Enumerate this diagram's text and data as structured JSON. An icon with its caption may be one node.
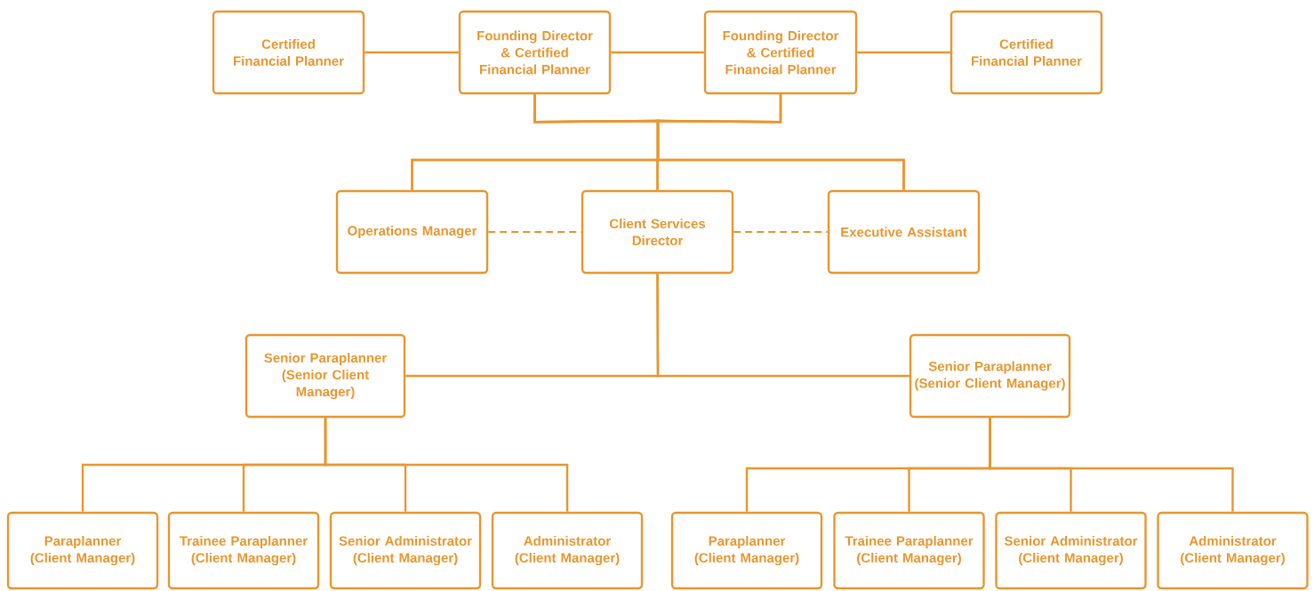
{
  "diagram": {
    "nodes": [
      {
        "text": [
          "Certified Financial Planner"
        ]
      },
      {
        "text": [
          "Founding Director & Certified Financial Planner"
        ]
      },
      {
        "text": [
          "Founding Director & Certified Financial Planner"
        ]
      },
      {
        "text": [
          "Certified Financial Planner"
        ]
      },
      {
        "text": [
          "Operations Manager"
        ]
      },
      {
        "text": [
          "Client Services Director"
        ]
      },
      {
        "text": [
          "Executive Assistant"
        ]
      },
      {
        "text": [
          "Senior Paraplanner (Senior Client Manager)"
        ]
      },
      {
        "text": [
          "Senior Paraplanner (Senior Client Manager)"
        ]
      },
      {
        "text": [
          "Paraplanner (Client Manager)"
        ]
      },
      {
        "text": [
          "Trainee Paraplanner (Client Manager)"
        ]
      },
      {
        "text": [
          "Senior Administrator (Client Manager)"
        ]
      },
      {
        "text": [
          "Administrator (Client Manager)"
        ]
      },
      {
        "text": [
          "Paraplanner (Client Manager)"
        ]
      },
      {
        "text": [
          "Trainee Paraplanner (Client Manager)"
        ]
      },
      {
        "text": [
          "Senior Administrator (Client Manager)"
        ]
      },
      {
        "text": [
          "Administrator (Client Manager)"
        ]
      }
    ],
    "edges": [
      {
        "from": 0,
        "to": 1,
        "arrow": "none"
      },
      {
        "from": 1,
        "to": 2,
        "arrow": "none"
      },
      {
        "from": 2,
        "to": 3,
        "arrow": "none"
      },
      {
        "from": 1,
        "to": 4,
        "arrow": "none"
      },
      {
        "from": 1,
        "to": 5,
        "arrow": "none"
      },
      {
        "from": 1,
        "to": 6,
        "arrow": "none"
      },
      {
        "from": 2,
        "to": 4,
        "arrow": "none"
      },
      {
        "from": 2,
        "to": 5,
        "arrow": "none"
      },
      {
        "from": 2,
        "to": 6,
        "arrow": "none"
      },
      {
        "from": 4,
        "to": 5,
        "arrow": "none",
        "style": "dashed"
      },
      {
        "from": 5,
        "to": 6,
        "arrow": "none",
        "style": "dashed"
      },
      {
        "from": 5,
        "to": 7,
        "arrow": "none"
      },
      {
        "from": 5,
        "to": 8,
        "arrow": "none"
      },
      {
        "from": 7,
        "to": 9,
        "arrow": "none"
      },
      {
        "from": 7,
        "to": 10,
        "arrow": "none"
      },
      {
        "from": 7,
        "to": 11,
        "arrow": "none"
      },
      {
        "from": 7,
        "to": 12,
        "arrow": "none"
      },
      {
        "from": 8,
        "to": 13,
        "arrow": "none"
      },
      {
        "from": 8,
        "to": 14,
        "arrow": "none"
      },
      {
        "from": 8,
        "to": 15,
        "arrow": "none"
      },
      {
        "from": 8,
        "to": 16,
        "arrow": "none"
      }
    ]
  }
}
